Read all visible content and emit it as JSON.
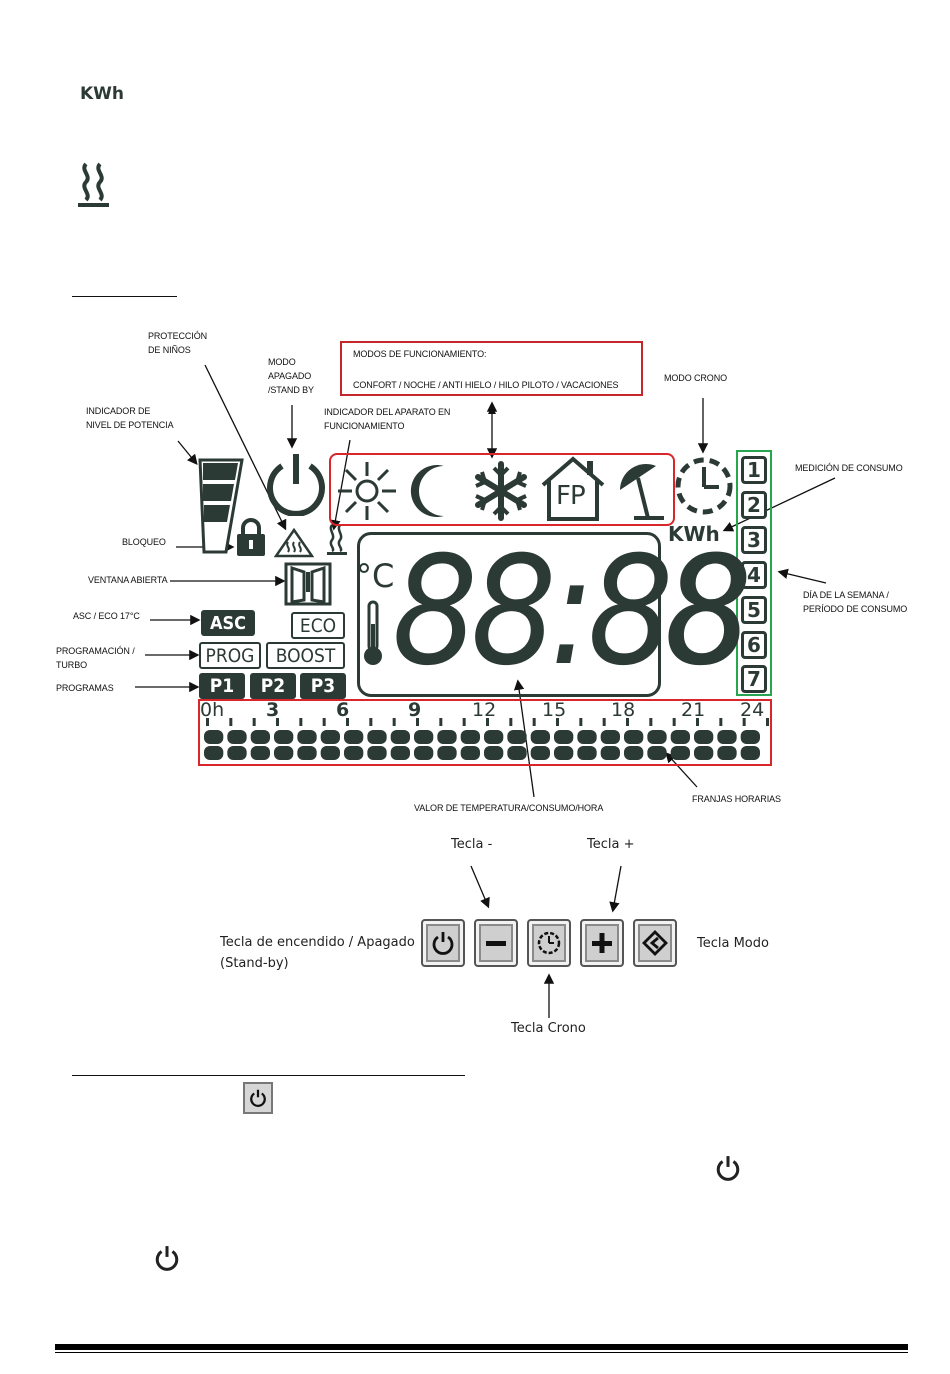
{
  "top_icons": {
    "kwh": "KWh",
    "heat_icon": "heat-waves-icon"
  },
  "callouts": {
    "child_protection": "PROTECCIÓN\nDE NIÑOS",
    "off_mode": "MODO\nAPAGADO\n/STAND BY",
    "power_level": "INDICADOR DE\nNIVEL DE POTENCIA",
    "running_indicator": "INDICADOR DEL APARATO EN\nFUNCIONAMIENTO",
    "crono_mode": "MODO CRONO",
    "consumption": "MEDICIÓN DE CONSUMO",
    "lock": "BLOQUEO",
    "open_window": "VENTANA ABIERTA",
    "asc_eco": "ASC / ECO 17°C",
    "prog_turbo": "PROGRAMACIÓN /\nTURBO",
    "programs": "PROGRAMAS",
    "weekday": "DÍA DE LA SEMANA /\nPERÍODO DE CONSUMO",
    "value": "VALOR DE TEMPERATURA/CONSUMO/HORA",
    "time_slots": "FRANJAS HORARIAS"
  },
  "modes_box": {
    "title": "MODOS DE FUNCIONAMIENTO:",
    "list": "CONFORT / NOCHE / ANTI HIELO / HILO PILOTO / VACACIONES"
  },
  "display": {
    "unit_c": "°C",
    "kwh": "KWh",
    "digits": "88:88",
    "big_digit": "8",
    "asc": "ASC",
    "eco": "ECO",
    "prog": "PROG",
    "boost": "BOOST",
    "programs": [
      "P1",
      "P2",
      "P3"
    ],
    "fp": "FP",
    "days": [
      "1",
      "2",
      "3",
      "4",
      "5",
      "6",
      "7"
    ],
    "hours": [
      "0h",
      "3",
      "6",
      "9",
      "12",
      "15",
      "18",
      "21",
      "24"
    ]
  },
  "keys": {
    "minus": "Tecla -",
    "plus": "Tecla +",
    "power": "Tecla de encendido / Apagado\n(Stand-by)",
    "mode": "Tecla Modo",
    "crono": "Tecla Crono"
  },
  "colors": {
    "lcd": "#2c3a36",
    "red": "#d9262b",
    "green": "#27a650"
  }
}
